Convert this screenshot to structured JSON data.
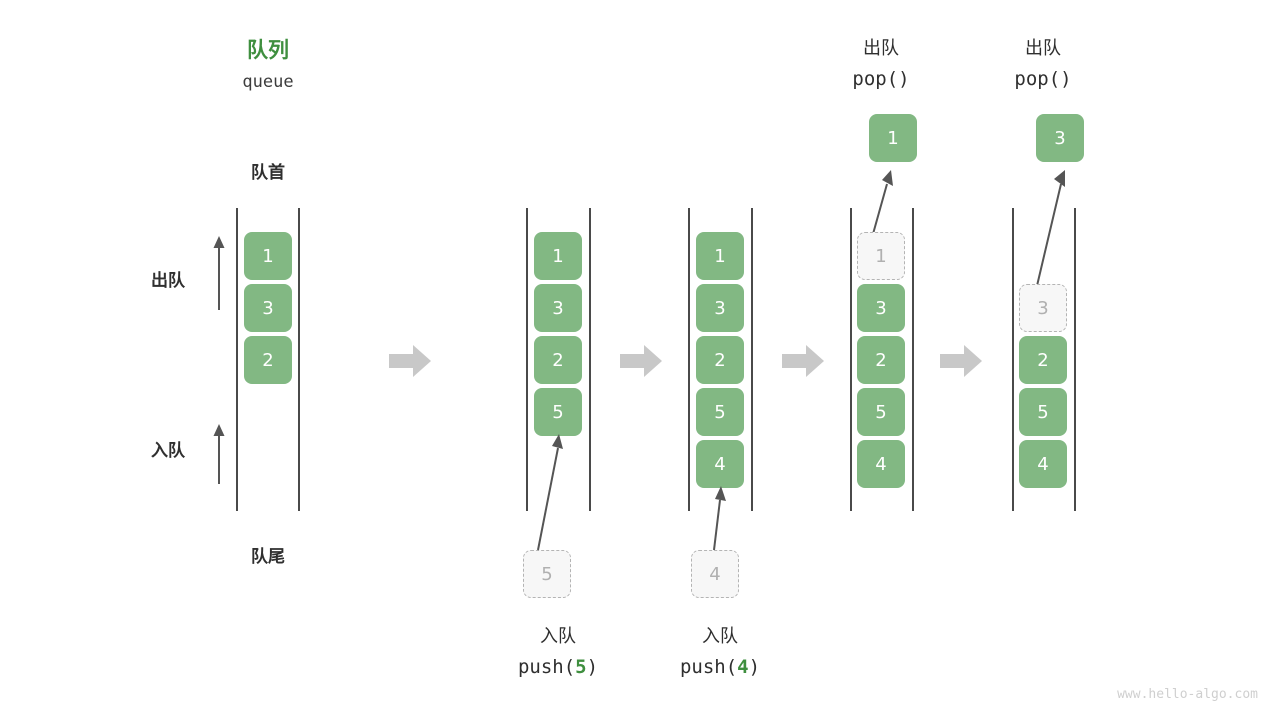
{
  "diagram": {
    "title_cn": "队列",
    "title_en": "queue",
    "front_label": "队首",
    "rear_label": "队尾",
    "dequeue_label": "出队",
    "enqueue_label": "入队",
    "watermark": "www.hello-algo.com",
    "colors": {
      "node_fill": "#82b883",
      "node_text": "#ffffff",
      "ghost_fill": "#f7f7f7",
      "ghost_border": "#b4b4b4",
      "ghost_text": "#b0b0b0",
      "accent_green": "#3f8f3f",
      "rail": "#4a4a4a",
      "step_arrow": "#c8c8c8",
      "text": "#2f2f2f",
      "watermark": "#cfcfcf"
    }
  },
  "stages": [
    {
      "id": "initial",
      "nodes": [
        "1",
        "3",
        "2"
      ],
      "ghost_top": null,
      "caption_cn": "",
      "caption_code": ""
    },
    {
      "id": "push-5",
      "nodes": [
        "1",
        "3",
        "2",
        "5"
      ],
      "ghost_top": null,
      "incoming_ghost": "5",
      "caption_cn": "入队",
      "caption_code_prefix": "push(",
      "caption_code_value": "5",
      "caption_code_suffix": ")"
    },
    {
      "id": "push-4",
      "nodes": [
        "1",
        "3",
        "2",
        "5",
        "4"
      ],
      "ghost_top": null,
      "incoming_ghost": "4",
      "caption_cn": "入队",
      "caption_code_prefix": "push(",
      "caption_code_value": "4",
      "caption_code_suffix": ")"
    },
    {
      "id": "pop-1",
      "nodes": [
        "3",
        "2",
        "5",
        "4"
      ],
      "ghost_top": "1",
      "popped": "1",
      "caption_cn": "出队",
      "caption_code": "pop()"
    },
    {
      "id": "pop-3",
      "nodes": [
        "2",
        "5",
        "4"
      ],
      "ghost_top": "3",
      "popped": "3",
      "caption_cn": "出队",
      "caption_code": "pop()"
    }
  ]
}
